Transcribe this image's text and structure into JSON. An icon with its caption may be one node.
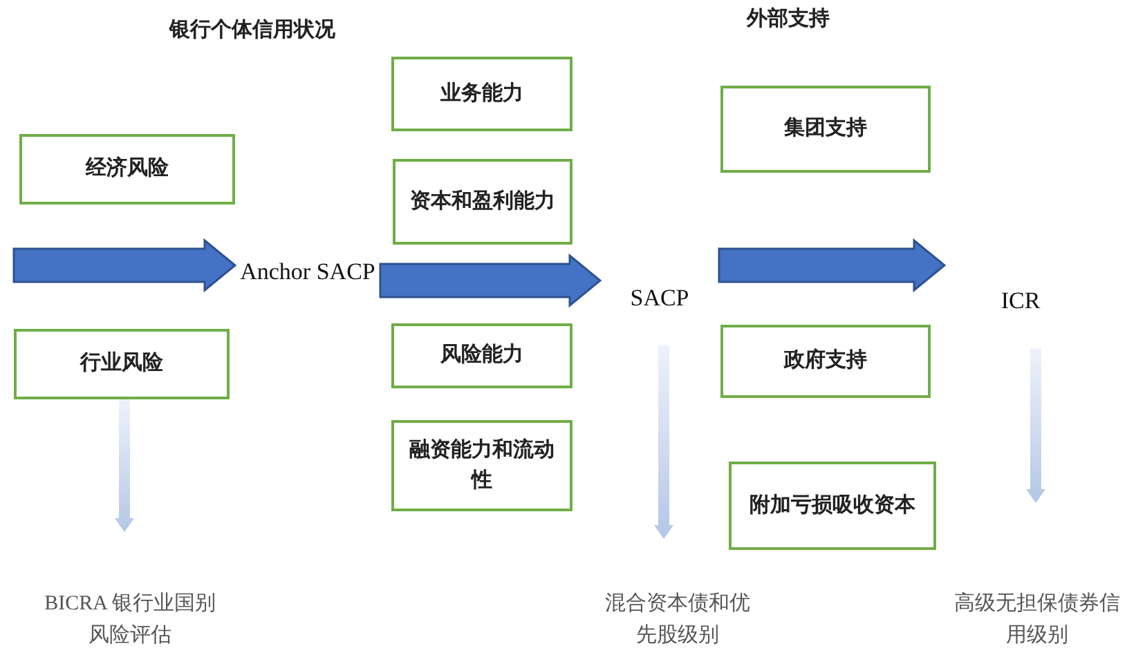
{
  "diagram": {
    "nodes": [
      {
        "text": [
          "经济风险"
        ]
      },
      {
        "text": [
          "行业风险"
        ]
      },
      {
        "text": [
          "Anchor SACP"
        ]
      },
      {
        "text": [
          "业务能力"
        ]
      },
      {
        "text": [
          "资本和盈利能力"
        ]
      },
      {
        "text": [
          "风险能力"
        ]
      },
      {
        "text": [
          "融资能力和流动性"
        ]
      },
      {
        "text": [
          "SACP"
        ]
      },
      {
        "text": [
          "集团支持"
        ]
      },
      {
        "text": [
          "政府支持"
        ]
      },
      {
        "text": [
          "附加亏损吸收资本"
        ]
      },
      {
        "text": [
          "ICR"
        ]
      },
      {
        "text": [
          "BICRA 银行业国别风险评估"
        ]
      },
      {
        "text": [
          "混合资本债和优先股级别"
        ]
      },
      {
        "text": [
          "高级无担保债券信用级别"
        ]
      }
    ],
    "edges": [
      {
        "from": null,
        "to": 2,
        "arrow": "to"
      },
      {
        "from": 2,
        "to": 7,
        "arrow": "to"
      },
      {
        "from": 7,
        "to": 11,
        "arrow": "to"
      },
      {
        "from": 1,
        "to": 12,
        "arrow": "to",
        "color": "#b4c7e7"
      },
      {
        "from": 7,
        "to": 13,
        "arrow": "to",
        "color": "#b4c7e7"
      },
      {
        "from": 11,
        "to": 14,
        "arrow": "to",
        "color": "#b4c7e7"
      }
    ],
    "labels": [
      "银行个体信用状况",
      "外部支持"
    ]
  }
}
